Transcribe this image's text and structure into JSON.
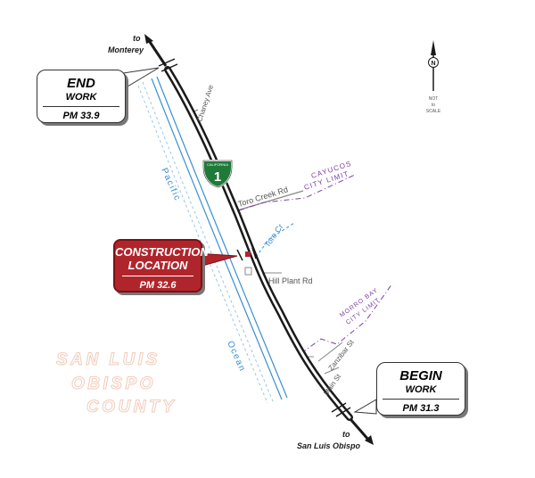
{
  "directions": {
    "north_to": "to",
    "north_place": "Monterey",
    "south_to": "to",
    "south_place": "San Luis Obispo"
  },
  "end_box": {
    "title": "END",
    "subtitle": "WORK",
    "postmile": "PM 33.9"
  },
  "begin_box": {
    "title": "BEGIN",
    "subtitle": "WORK",
    "postmile": "PM 31.3"
  },
  "construction_box": {
    "line1": "CONSTRUCTION",
    "line2": "LOCATION",
    "postmile": "PM 32.6"
  },
  "streets": {
    "chaney": "Chaney Ave",
    "toro_creek_rd": "Toro Creek Rd",
    "toro_cr": "Toro Cr",
    "hill_plant": "Hill Plant Rd",
    "zanzibar": "Zanzibar St",
    "main": "Main St"
  },
  "city_limits": {
    "cayucos_1": "CAYUCOS",
    "cayucos_2": "CITY LIMIT",
    "morro_1": "MORRO BAY",
    "morro_2": "CITY LIMIT"
  },
  "water": {
    "pacific": "Pacific",
    "ocean": "Ocean"
  },
  "county": {
    "line1": "SAN LUIS",
    "line2": "OBISPO",
    "line3": "COUNTY"
  },
  "route_shield": {
    "state": "CALIFORNIA",
    "number": "1"
  },
  "north_arrow": {
    "letter": "N",
    "note1": "NOT",
    "note2": "to",
    "note3": "SCALE"
  },
  "colors": {
    "highway": "#1a1a1a",
    "coast": "#3a8fd0",
    "city_limit": "#7a3fa6",
    "construction": "#b0252c",
    "shield": "#1f7a3a",
    "county_text": "#f1ccb8"
  }
}
